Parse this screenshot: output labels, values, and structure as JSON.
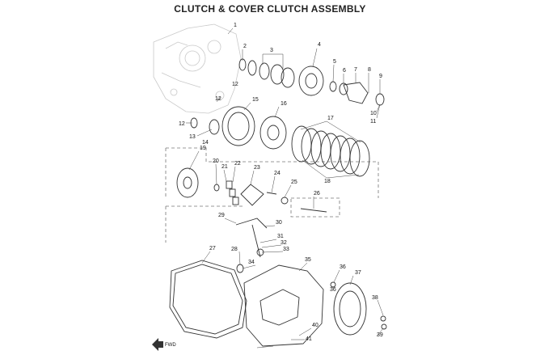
{
  "diagram": {
    "title": "CLUTCH & COVER CLUTCH  ASSEMBLY",
    "direction_label": "FWD",
    "callouts": [
      "1",
      "2",
      "3",
      "4",
      "5",
      "6",
      "7",
      "8",
      "9",
      "10",
      "11",
      "12",
      "12",
      "12",
      "13",
      "14",
      "15",
      "16",
      "17",
      "18",
      "19",
      "20",
      "21",
      "22",
      "23",
      "24",
      "25",
      "26",
      "27",
      "28",
      "29",
      "30",
      "31",
      "32",
      "33",
      "34",
      "35",
      "36",
      "36",
      "37",
      "38",
      "39",
      "40",
      "41"
    ]
  }
}
